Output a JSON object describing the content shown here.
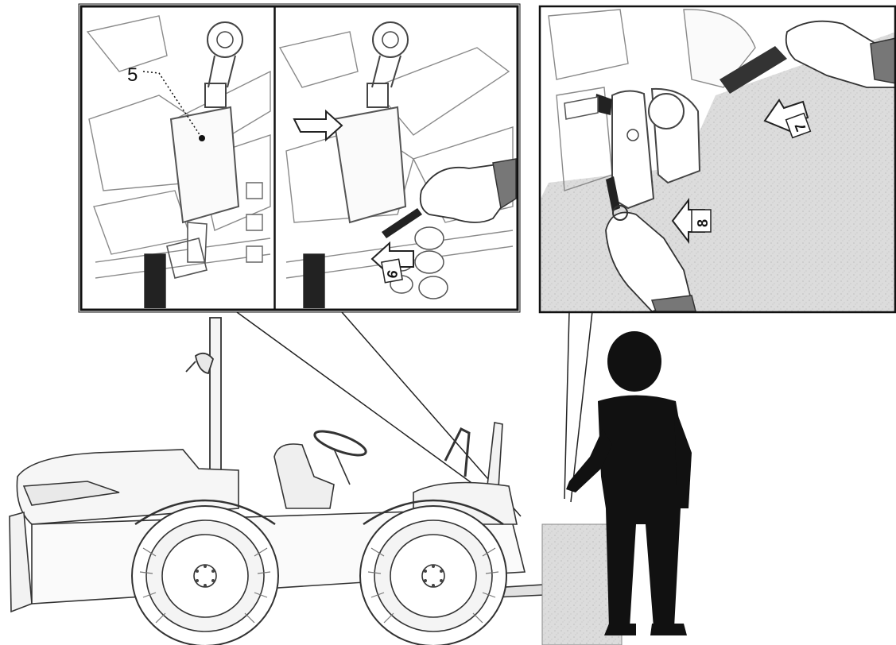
{
  "callouts": {
    "item5": "5",
    "step6": "6",
    "step7": "7",
    "step8": "8"
  },
  "colors": {
    "ink": "#111111",
    "line": "#555555",
    "light_line": "#9a9a9a",
    "ground": "#d9d9d9",
    "sleeve": "#7a7a7a",
    "panel_bg": "#ffffff"
  },
  "icons": [
    "arrow-right-icon",
    "arrow-step-icon",
    "person-silhouette-icon",
    "hand-icon",
    "pin-icon"
  ]
}
